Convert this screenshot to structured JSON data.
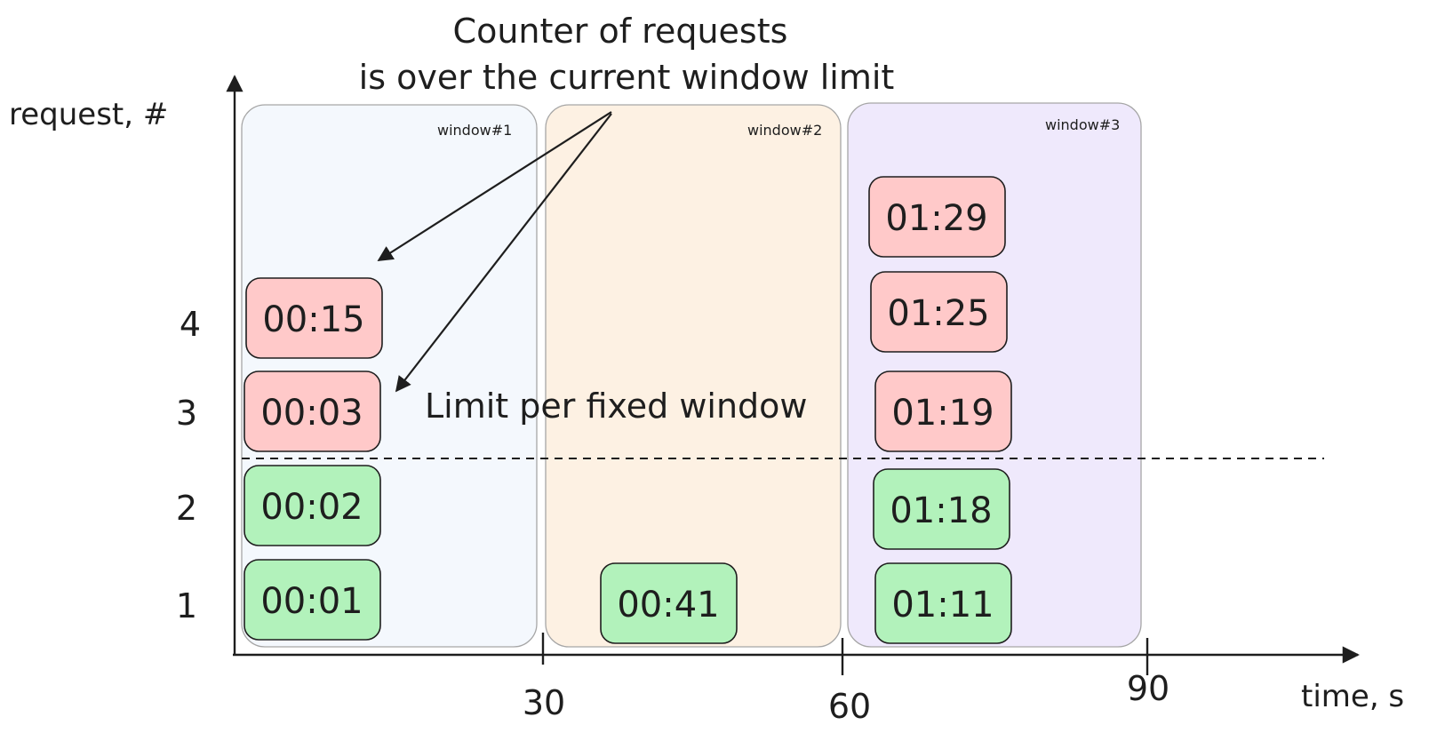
{
  "annotation": {
    "line1": "Counter of requests",
    "line2": "is over the current window limit"
  },
  "limit_label": "Limit per fixed window",
  "y_axis": {
    "label": "request, #",
    "ticks": [
      "1",
      "2",
      "3",
      "4"
    ]
  },
  "x_axis": {
    "label": "time, s",
    "ticks": [
      "30",
      "60",
      "90"
    ]
  },
  "windows": [
    {
      "label": "window#1",
      "fill": "#f4f8fd"
    },
    {
      "label": "window#2",
      "fill": "#fdf1e3"
    },
    {
      "label": "window#3",
      "fill": "#efe9fc"
    }
  ],
  "colors": {
    "allowed": "#b2f2bb",
    "rejected": "#ffc9c9",
    "ink": "#1e1e1e"
  },
  "requests": {
    "w1_1": "00:01",
    "w1_2": "00:02",
    "w1_3": "00:03",
    "w1_4": "00:15",
    "w2_1": "00:41",
    "w3_1": "01:11",
    "w3_2": "01:18",
    "w3_3": "01:19",
    "w3_4": "01:25",
    "w3_5": "01:29"
  }
}
